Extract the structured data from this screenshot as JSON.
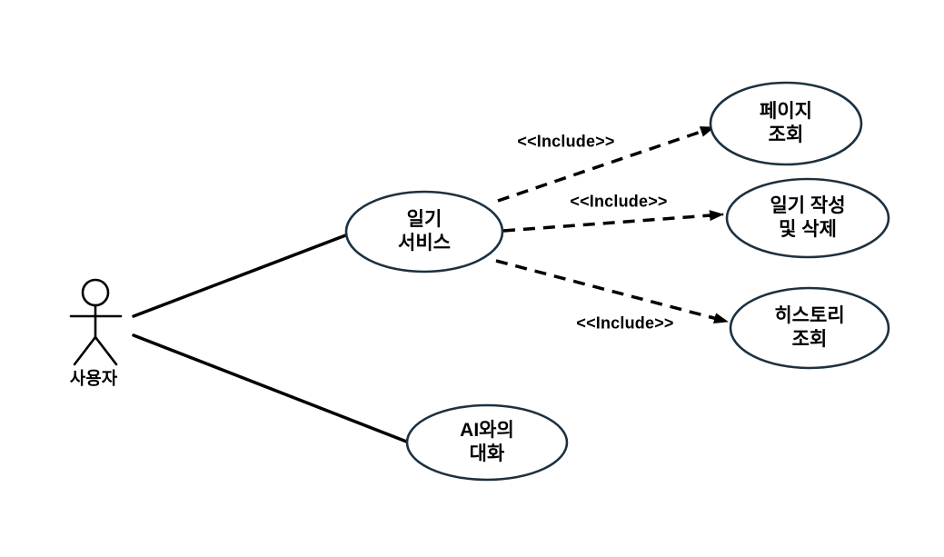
{
  "colors": {
    "background": "#ffffff",
    "ellipse_stroke": "#1c3140",
    "ellipse_fill": "#ffffff",
    "line": "#000000",
    "text": "#000000"
  },
  "actor": {
    "label": "사용자"
  },
  "use_cases": {
    "diary_service": {
      "line1": "일기",
      "line2": "서비스"
    },
    "page_view": {
      "line1": "페이지",
      "line2": "조회"
    },
    "diary_write_delete": {
      "line1": "일기 작성",
      "line2": "및 삭제"
    },
    "history_view": {
      "line1": "히스토리",
      "line2": "조회"
    },
    "ai_chat": {
      "line1": "AI와의",
      "line2": "대화"
    }
  },
  "associations": [
    {
      "from": "actor",
      "to": "diary_service"
    },
    {
      "from": "actor",
      "to": "ai_chat"
    }
  ],
  "include_edges": [
    {
      "label": "<<Include>>",
      "from": "diary_service",
      "to": "page_view"
    },
    {
      "label": "<<Include>>",
      "from": "diary_service",
      "to": "diary_write_delete"
    },
    {
      "label": "<<Include>>",
      "from": "diary_service",
      "to": "history_view"
    }
  ]
}
